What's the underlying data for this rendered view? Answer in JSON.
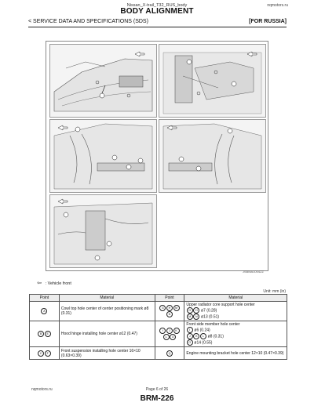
{
  "header": {
    "doc_title": "Nissan_X-trail_T32_RUS_body",
    "site": "nqmotors.ru",
    "page_title": "BODY ALIGNMENT",
    "section": "< SERVICE DATA AND SPECIFICATIONS (SDS)",
    "region": "[FOR RUSSIA]"
  },
  "figure": {
    "id": "JSBMA1004ZZ"
  },
  "legend": {
    "arrow_icon": "hollow-arrow-icon",
    "label": ": Vehicle front"
  },
  "table": {
    "unit": "Unit: mm (in)",
    "headers": [
      "Point",
      "Material",
      "Point",
      "Material"
    ],
    "rows": [
      {
        "point1": [
          "A"
        ],
        "material1": "Cowl top hole center of center positioning mark ø8 (0.31)",
        "point2": [
          "G",
          "H",
          "M",
          "N"
        ],
        "material2_title": "Upper radiator core support hole center",
        "material2_lines": [
          {
            "symbols": [
              "G",
              "H"
            ],
            "text": "ø7 (0.28)"
          },
          {
            "symbols": [
              "M",
              "N"
            ],
            "text": "ø13 (0.51)"
          }
        ]
      },
      {
        "point1": [
          "B",
          "E"
        ],
        "material1": "Hood hinge installing hole center ø12 (0.47)",
        "point2": [
          "I",
          "J",
          "K",
          "L",
          "O"
        ],
        "material2_title": "Front side member hole center",
        "material2_lines": [
          {
            "symbols": [
              "I"
            ],
            "text": "ø6 (0.24)"
          },
          {
            "symbols": [
              "J",
              "K",
              "L"
            ],
            "text": "ø8 (0.31)"
          },
          {
            "symbols": [
              "O"
            ],
            "text": "ø14 (0.55)"
          }
        ]
      },
      {
        "point1": [
          "C",
          "F"
        ],
        "material1": "Front suspension installing hole center 16×10 (0.63×0.39)",
        "point2": [
          "Q"
        ],
        "material2_title": "Engine mounting bracket hole center 12×10 (0.47×0.39)",
        "material2_lines": []
      }
    ]
  },
  "footer": {
    "site": "nqmotors.ru",
    "page": "Page 6 of 26",
    "code": "BRM-226"
  }
}
